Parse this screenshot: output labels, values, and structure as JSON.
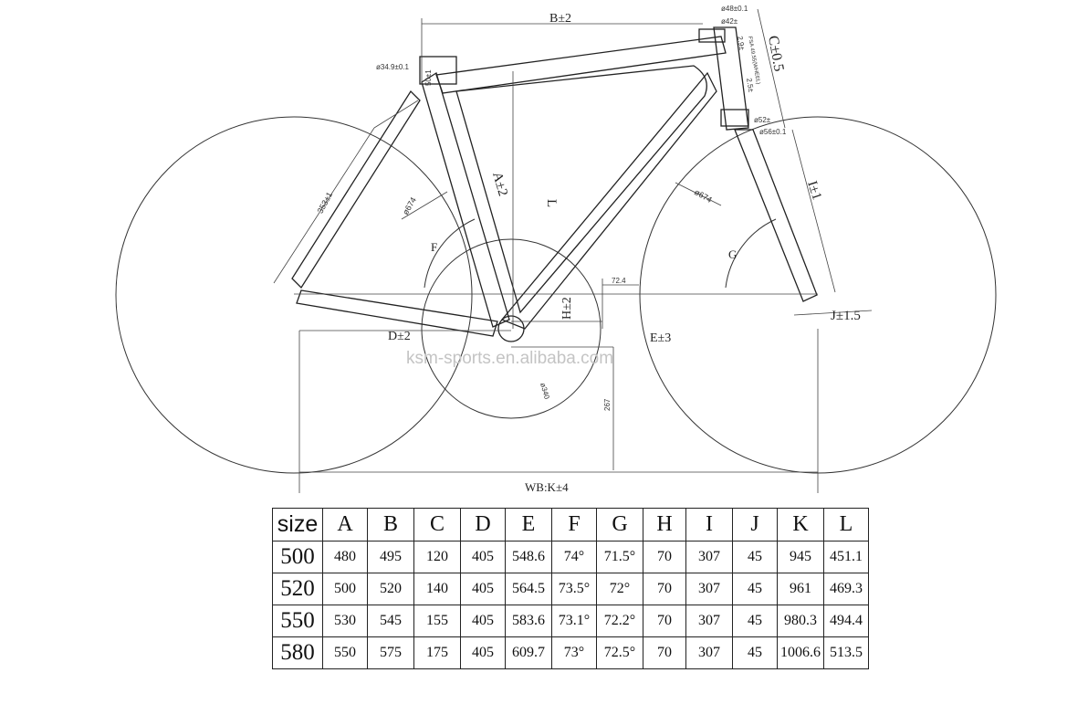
{
  "labels": {
    "B": "B±2",
    "C": "C±0.5",
    "A": "A±2",
    "L": "L",
    "I": "I±1",
    "J": "J±1.5",
    "D": "D±2",
    "E": "E±3",
    "H": "H±2",
    "F": "F",
    "G": "G",
    "WB": "WB:K±4",
    "seatpost": "ø34.9±0.1",
    "seat_ins": "50±1",
    "seatstay": "353±1",
    "wheel_left": "ø674",
    "wheel_right": "ø674",
    "ht_top1": "ø48±0.1",
    "ht_top2": "ø42±",
    "ht_top3": "2.9±",
    "ht_bot1": "ø52±",
    "ht_bot2": "ø56±0.1",
    "ht_mid": "2.5±",
    "ht_note": "FSA 49.55(WHEEL)",
    "dim_724": "72.4",
    "dim_267": "267",
    "chainring": "ø340",
    "watermark": "ksm-sports.en.alibaba.com"
  },
  "table": {
    "headers": [
      "size",
      "A",
      "B",
      "C",
      "D",
      "E",
      "F",
      "G",
      "H",
      "I",
      "J",
      "K",
      "L"
    ],
    "rows": [
      [
        "500",
        "480",
        "495",
        "120",
        "405",
        "548.6",
        "74°",
        "71.5°",
        "70",
        "307",
        "45",
        "945",
        "451.1"
      ],
      [
        "520",
        "500",
        "520",
        "140",
        "405",
        "564.5",
        "73.5°",
        "72°",
        "70",
        "307",
        "45",
        "961",
        "469.3"
      ],
      [
        "550",
        "530",
        "545",
        "155",
        "405",
        "583.6",
        "73.1°",
        "72.2°",
        "70",
        "307",
        "45",
        "980.3",
        "494.4"
      ],
      [
        "580",
        "550",
        "575",
        "175",
        "405",
        "609.7",
        "73°",
        "72.5°",
        "70",
        "307",
        "45",
        "1006.6",
        "513.5"
      ]
    ]
  }
}
